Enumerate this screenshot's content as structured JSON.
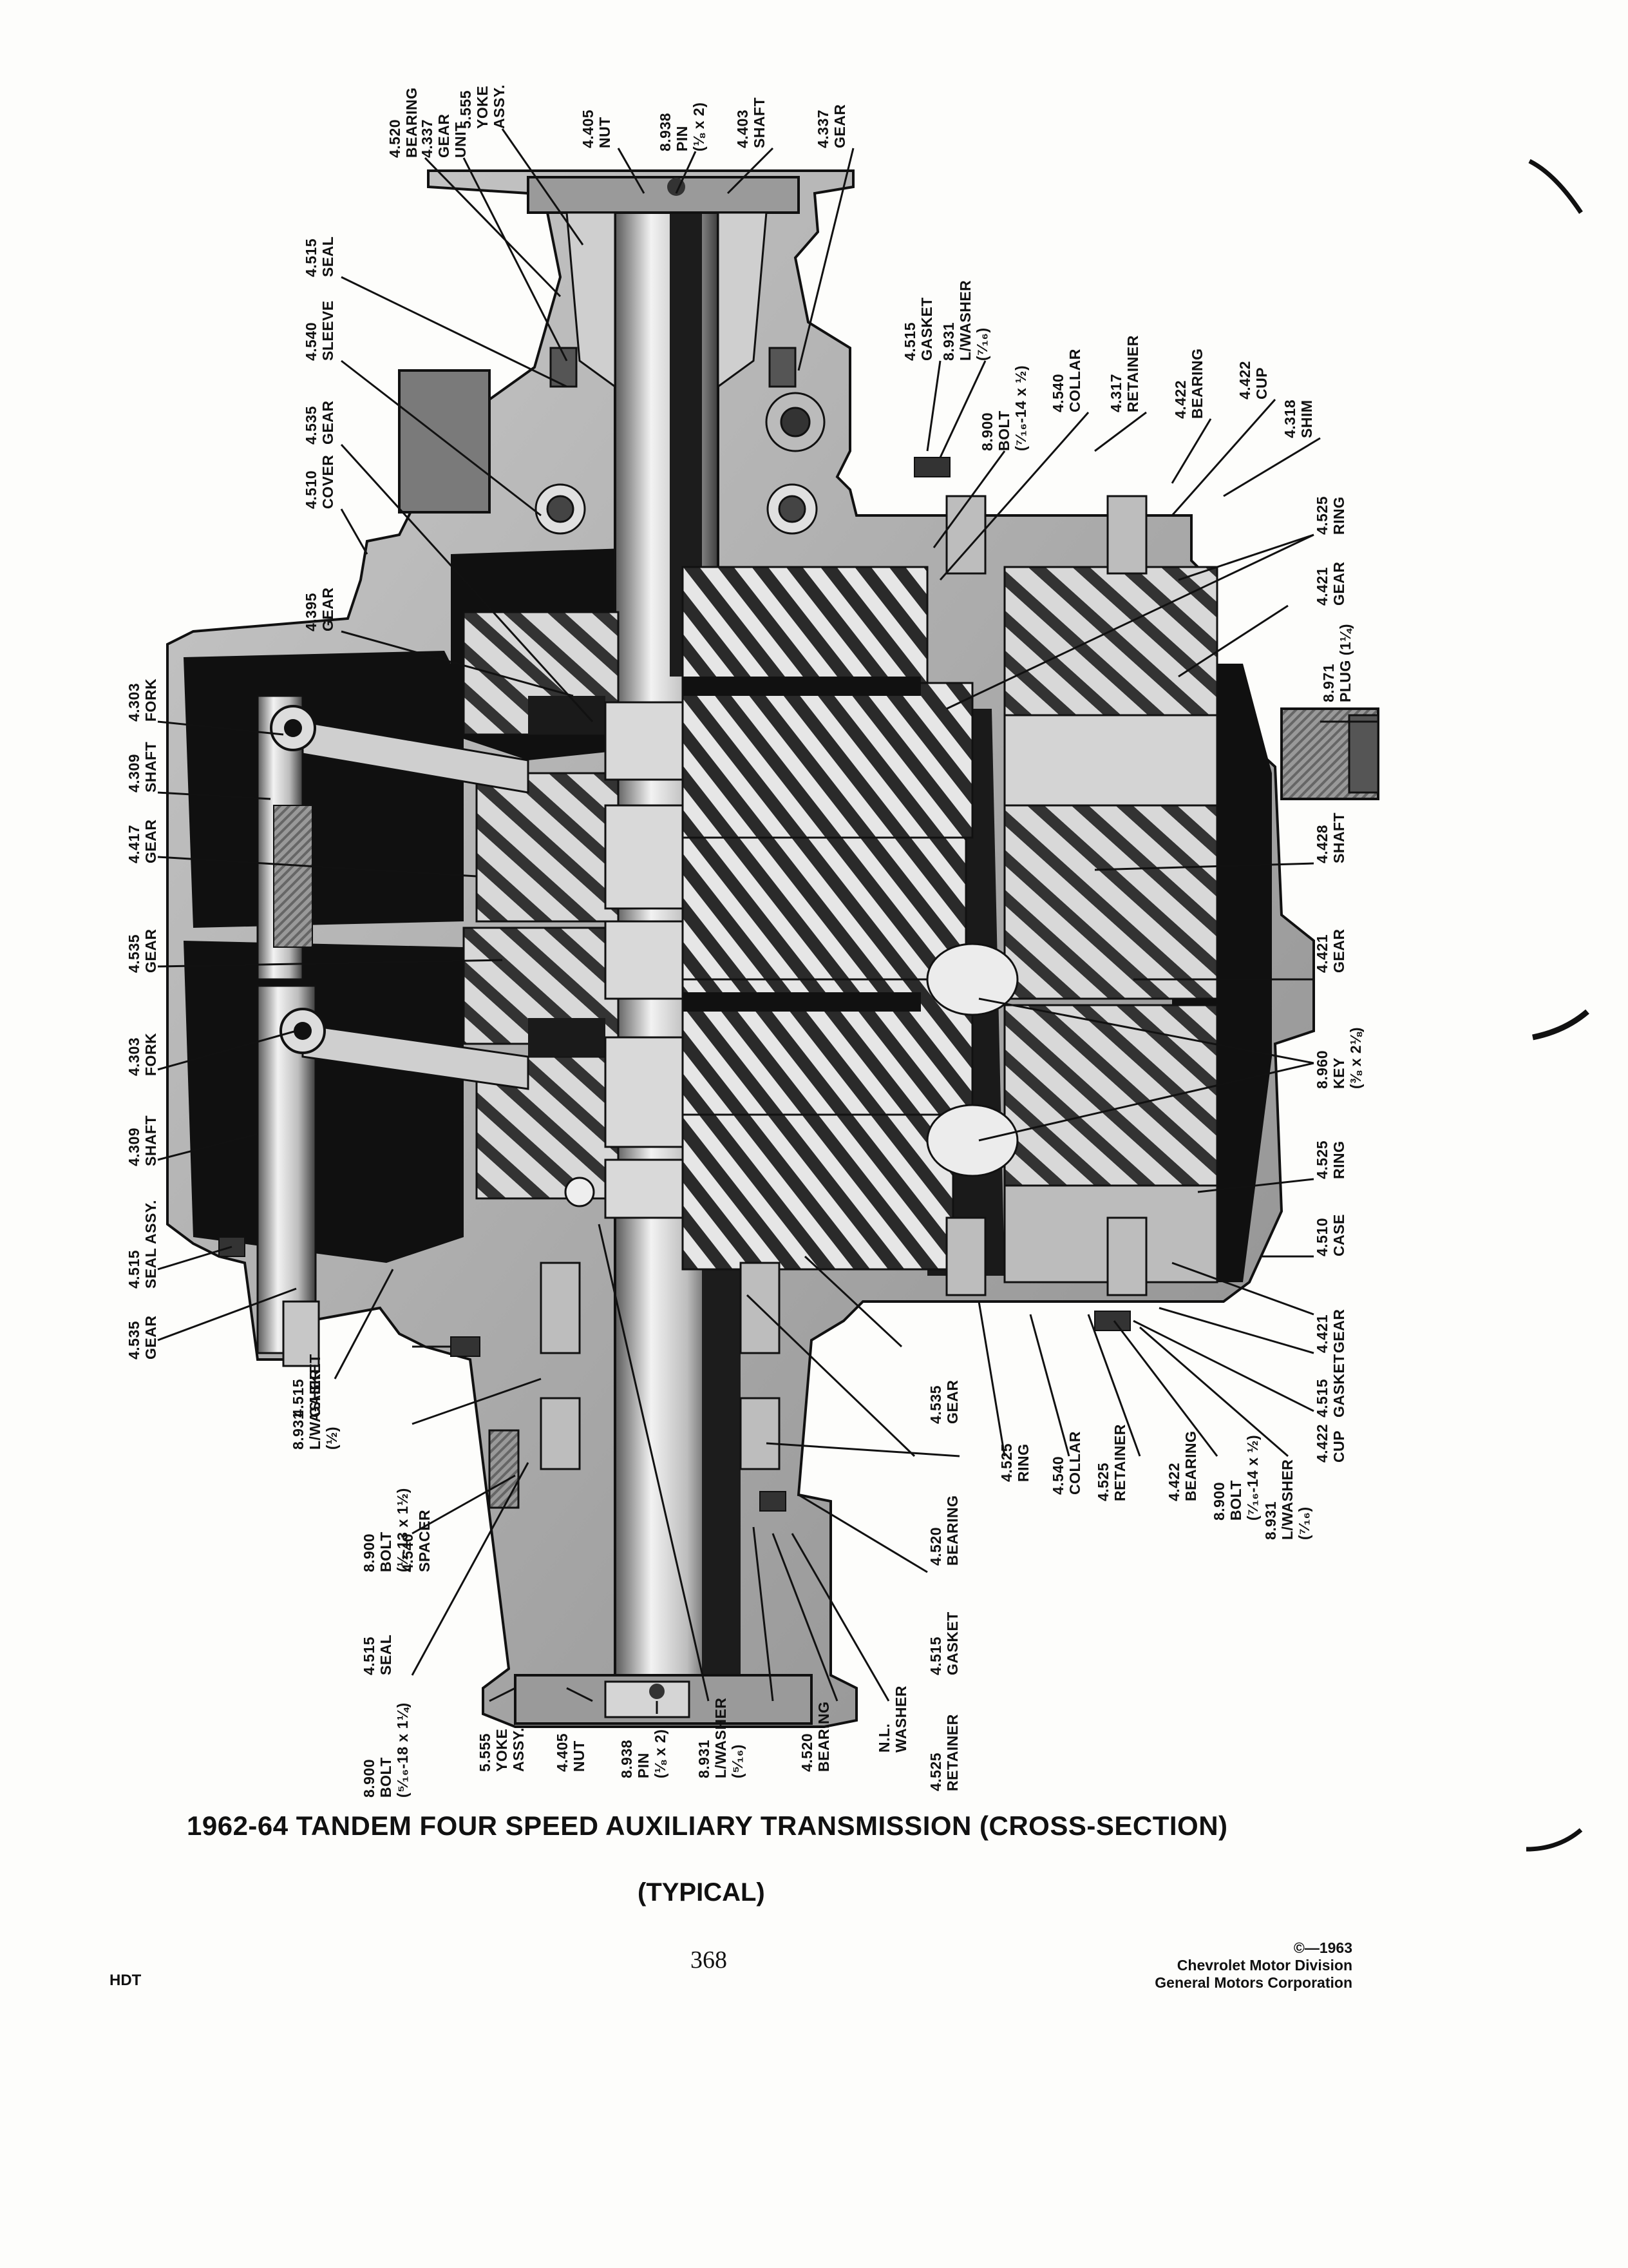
{
  "caption": {
    "title": "1962-64 TANDEM FOUR SPEED AUXILIARY TRANSMISSION (CROSS-SECTION)",
    "subtitle": "(TYPICAL)"
  },
  "page_number": "368",
  "footer_code": "HDT",
  "copyright": [
    "©—1963",
    "Chevrolet Motor Division",
    "General Motors Corporation"
  ],
  "callouts": [
    {
      "id": "c01",
      "lines": [
        "4.520",
        "BEARING"
      ]
    },
    {
      "id": "c02",
      "lines": [
        "4.337",
        "GEAR",
        "UNIT"
      ]
    },
    {
      "id": "c03",
      "lines": [
        "5.555",
        "YOKE",
        "ASSY."
      ]
    },
    {
      "id": "c04",
      "lines": [
        "4.405",
        "NUT"
      ]
    },
    {
      "id": "c05",
      "lines": [
        "8.938",
        "PIN",
        "(⅛ x 2)"
      ]
    },
    {
      "id": "c06",
      "lines": [
        "4.403",
        "SHAFT"
      ]
    },
    {
      "id": "c07",
      "lines": [
        "4.337",
        "GEAR"
      ]
    },
    {
      "id": "c08",
      "lines": [
        "4.515",
        "SEAL"
      ]
    },
    {
      "id": "c09",
      "lines": [
        "4.540",
        "SLEEVE"
      ]
    },
    {
      "id": "c10",
      "lines": [
        "4.535",
        "GEAR"
      ]
    },
    {
      "id": "c11",
      "lines": [
        "4.510",
        "COVER"
      ]
    },
    {
      "id": "c12",
      "lines": [
        "4.395",
        "GEAR"
      ]
    },
    {
      "id": "c13",
      "lines": [
        "4.515",
        "GASKET"
      ]
    },
    {
      "id": "c14",
      "lines": [
        "8.931",
        "L/WASHER",
        "(⁷⁄₁₆)"
      ]
    },
    {
      "id": "c15",
      "lines": [
        "8.900",
        "BOLT",
        "(⁷⁄₁₆-14 x ½)"
      ]
    },
    {
      "id": "c16",
      "lines": [
        "4.540",
        "COLLAR"
      ]
    },
    {
      "id": "c17",
      "lines": [
        "4.317",
        "RETAINER"
      ]
    },
    {
      "id": "c18",
      "lines": [
        "4.422",
        "BEARING"
      ]
    },
    {
      "id": "c19",
      "lines": [
        "4.422",
        "CUP"
      ]
    },
    {
      "id": "c20",
      "lines": [
        "4.318",
        "SHIM"
      ]
    },
    {
      "id": "c21",
      "lines": [
        "4.525",
        "RING"
      ]
    },
    {
      "id": "c22",
      "lines": [
        "4.421",
        "GEAR"
      ]
    },
    {
      "id": "c23",
      "lines": [
        "8.971",
        "PLUG (1¼)"
      ]
    },
    {
      "id": "c24",
      "lines": [
        "4.303",
        "FORK"
      ]
    },
    {
      "id": "c25",
      "lines": [
        "4.309",
        "SHAFT"
      ]
    },
    {
      "id": "c26",
      "lines": [
        "4.417",
        "GEAR"
      ]
    },
    {
      "id": "c27",
      "lines": [
        "4.535",
        "GEAR"
      ]
    },
    {
      "id": "c28",
      "lines": [
        "4.303",
        "FORK"
      ]
    },
    {
      "id": "c29",
      "lines": [
        "4.309",
        "SHAFT"
      ]
    },
    {
      "id": "c30",
      "lines": [
        "4.515",
        "SEAL ASSY."
      ]
    },
    {
      "id": "c31",
      "lines": [
        "4.535",
        "GEAR"
      ]
    },
    {
      "id": "c32",
      "lines": [
        "4.428",
        "SHAFT"
      ]
    },
    {
      "id": "c33",
      "lines": [
        "4.421",
        "GEAR"
      ]
    },
    {
      "id": "c34",
      "lines": [
        "8.960",
        "KEY",
        "(⅜ x 2⅛)"
      ]
    },
    {
      "id": "c35",
      "lines": [
        "4.525",
        "RING"
      ]
    },
    {
      "id": "c36",
      "lines": [
        "4.510",
        "CASE"
      ]
    },
    {
      "id": "c37",
      "lines": [
        "4.421",
        "GEAR"
      ]
    },
    {
      "id": "c38",
      "lines": [
        "4.515",
        "GASKET"
      ]
    },
    {
      "id": "c39",
      "lines": [
        "4.422",
        "CUP"
      ]
    },
    {
      "id": "c40",
      "lines": [
        "8.931",
        "L/WASHER",
        "(⁷⁄₁₆)"
      ]
    },
    {
      "id": "c41",
      "lines": [
        "8.900",
        "BOLT",
        "(⁷⁄₁₆-14 x ½)"
      ]
    },
    {
      "id": "c42",
      "lines": [
        "4.422",
        "BEARING"
      ]
    },
    {
      "id": "c43",
      "lines": [
        "4.525",
        "RETAINER"
      ]
    },
    {
      "id": "c44",
      "lines": [
        "4.540",
        "COLLAR"
      ]
    },
    {
      "id": "c45",
      "lines": [
        "4.525",
        "RING"
      ]
    },
    {
      "id": "c46",
      "lines": [
        "4.520",
        "BEARING"
      ]
    },
    {
      "id": "c47",
      "lines": [
        "4.535",
        "GEAR"
      ]
    },
    {
      "id": "c48",
      "lines": [
        "4.515",
        "GASKET"
      ]
    },
    {
      "id": "c49",
      "lines": [
        "4.525",
        "RETAINER"
      ]
    },
    {
      "id": "c50",
      "lines": [
        "N.L.",
        "WASHER"
      ]
    },
    {
      "id": "c51",
      "lines": [
        "4.520",
        "BEARING"
      ]
    },
    {
      "id": "c52",
      "lines": [
        "8.931",
        "L/WASHER",
        "(⁵⁄₁₆)"
      ]
    },
    {
      "id": "c53",
      "lines": [
        "8.938",
        "PIN",
        "(⅛ x 2)"
      ]
    },
    {
      "id": "c54",
      "lines": [
        "4.405",
        "NUT"
      ]
    },
    {
      "id": "c55",
      "lines": [
        "5.555",
        "YOKE",
        "ASSY."
      ]
    },
    {
      "id": "c56",
      "lines": [
        "8.900",
        "BOLT",
        "(⁵⁄₁₆-18 x 1¼)"
      ]
    },
    {
      "id": "c57",
      "lines": [
        "4.515",
        "SEAL"
      ]
    },
    {
      "id": "c58",
      "lines": [
        "4.540",
        "SPACER"
      ]
    },
    {
      "id": "c59",
      "lines": [
        "8.900",
        "BOLT",
        "(½-13 x 1½)"
      ]
    },
    {
      "id": "c60",
      "lines": [
        "8.931",
        "L/WASHER",
        "(½)"
      ]
    },
    {
      "id": "c61",
      "lines": [
        "4.515",
        "GASKET"
      ]
    }
  ]
}
